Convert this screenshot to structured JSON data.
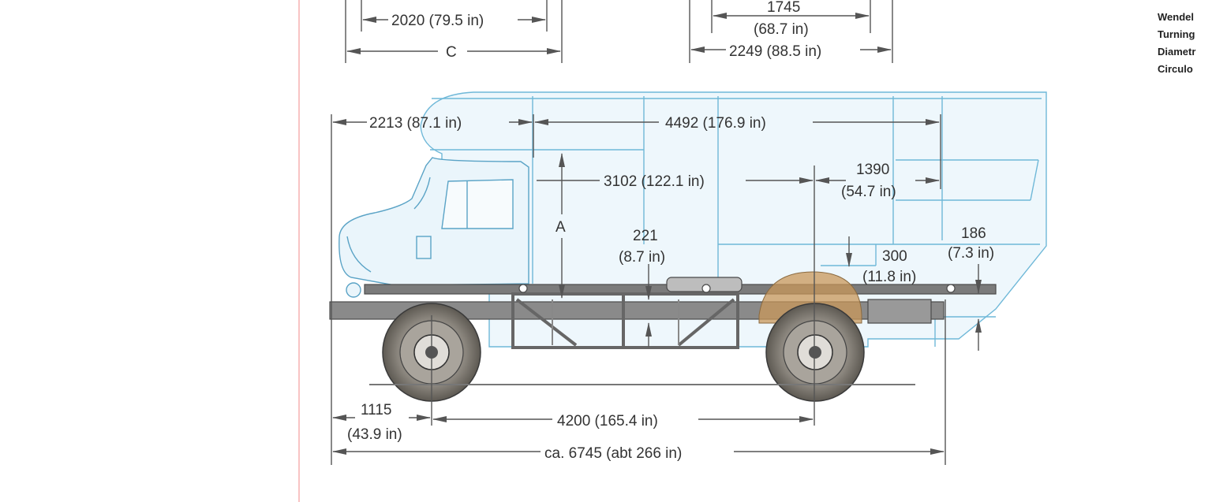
{
  "colors": {
    "body_outline": "#6fb8d8",
    "body_fill": "#eef7fc",
    "chassis": "#666666",
    "dimension": "#555555",
    "margin_line": "#f08a8a",
    "rear_fender": "#c8975a"
  },
  "dimensions": {
    "top_left": "2020 (79.5 in)",
    "top_left_c": "C",
    "top_mid_1": "1745",
    "top_mid_2": "(68.7 in)",
    "top_mid_3": "2249 (88.5 in)",
    "overhang_front": "2213 (87.1 in)",
    "body_length": "4492 (176.9 in)",
    "platform_length": "3102 (122.1 in)",
    "rear_1_mm": "1390",
    "rear_1_in": "(54.7 in)",
    "label_a": "A",
    "frame_1_mm": "221",
    "frame_1_in": "(8.7 in)",
    "rear_2_mm": "300",
    "rear_2_in": "(11.8 in)",
    "rear_3_mm": "186",
    "rear_3_in": "(7.3 in)",
    "front_overhang_mm": "1115",
    "front_overhang_in": "(43.9 in)",
    "wheelbase": "4200 (165.4 in)",
    "total_length": "ca. 6745 (abt 266 in)"
  },
  "legend": {
    "line_1": "Wendel",
    "line_2": "Turning",
    "line_3": "Diametr",
    "line_4": "Circulo"
  }
}
